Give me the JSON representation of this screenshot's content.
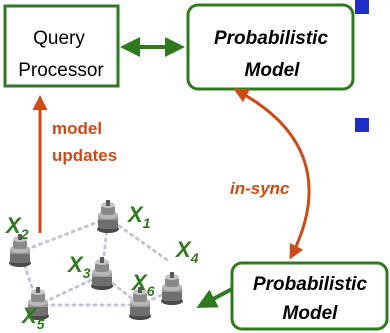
{
  "boxes": {
    "query_processor": {
      "line1": "Query",
      "line2": "Processor"
    },
    "model_top": {
      "line1": "Probabilistic",
      "line2": "Model"
    },
    "model_bottom": {
      "line1": "Probabilistic",
      "line2": "Model"
    }
  },
  "labels": {
    "model_updates_1": "model",
    "model_updates_2": "updates",
    "in_sync": "in-sync"
  },
  "sensors": [
    {
      "letter": "X",
      "sub": "1"
    },
    {
      "letter": "X",
      "sub": "2"
    },
    {
      "letter": "X",
      "sub": "3"
    },
    {
      "letter": "X",
      "sub": "4"
    },
    {
      "letter": "X",
      "sub": "5"
    },
    {
      "letter": "X",
      "sub": "6"
    }
  ],
  "colors": {
    "green": "#2f7a1f",
    "orange": "#cc4b16",
    "blue_bullet": "#1e2fc8",
    "dotted": "#c4c4d8"
  }
}
